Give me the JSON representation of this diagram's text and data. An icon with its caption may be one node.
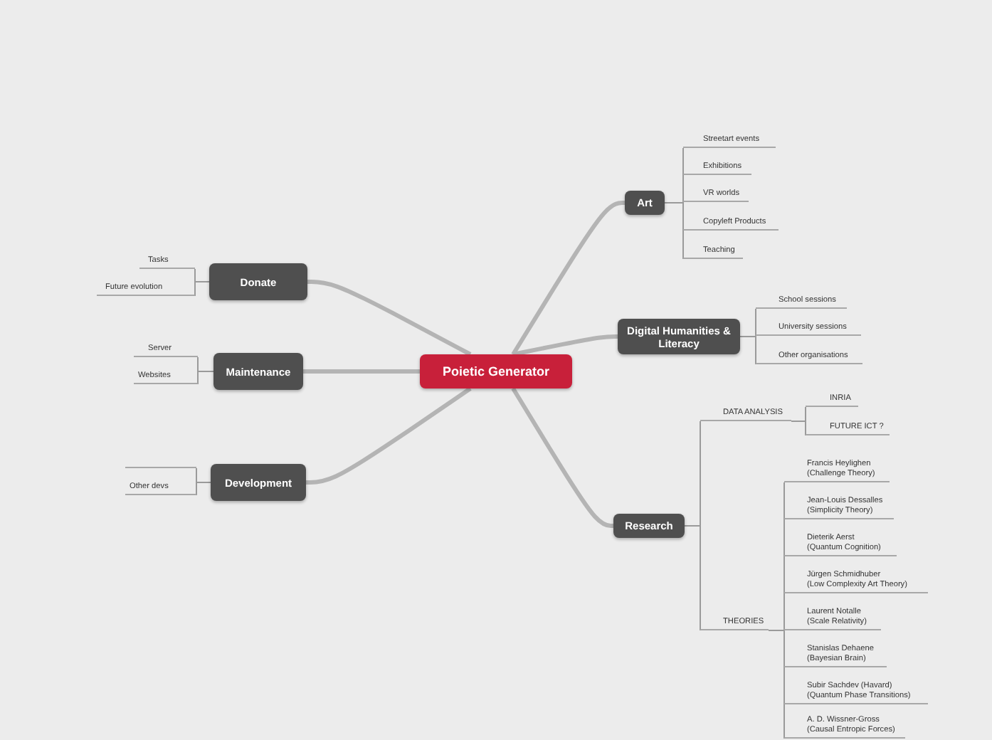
{
  "diagram": {
    "nodes": [
      {
        "text": [
          "Poietic Generator"
        ]
      },
      {
        "text": [
          "Art"
        ]
      },
      {
        "text": [
          "Streetart events"
        ]
      },
      {
        "text": [
          "Exhibitions"
        ]
      },
      {
        "text": [
          "VR worlds"
        ]
      },
      {
        "text": [
          "Copyleft Products"
        ]
      },
      {
        "text": [
          "Teaching"
        ]
      },
      {
        "text": [
          "Digital Humanities & Literacy"
        ]
      },
      {
        "text": [
          "School sessions"
        ]
      },
      {
        "text": [
          "University sessions"
        ]
      },
      {
        "text": [
          "Other organisations"
        ]
      },
      {
        "text": [
          "Research"
        ]
      },
      {
        "text": [
          "DATA ANALYSIS"
        ]
      },
      {
        "text": [
          "INRIA"
        ]
      },
      {
        "text": [
          "FUTURE ICT ?"
        ]
      },
      {
        "text": [
          "THEORIES"
        ]
      },
      {
        "text": [
          "Francis Heylighen (Challenge Theory)"
        ]
      },
      {
        "text": [
          "Jean-Louis Dessalles (Simplicity Theory)"
        ]
      },
      {
        "text": [
          "Dieterik Aerst (Quantum Cognition)"
        ]
      },
      {
        "text": [
          "Jürgen Schmidhuber (Low Complexity Art Theory)"
        ]
      },
      {
        "text": [
          "Laurent Notalle (Scale Relativity)"
        ]
      },
      {
        "text": [
          "Stanislas Dehaene (Bayesian Brain)"
        ]
      },
      {
        "text": [
          "Subir Sachdev (Havard) (Quantum Phase Transitions)"
        ]
      },
      {
        "text": [
          "A. D. Wissner-Gross (Causal Entropic Forces)"
        ]
      },
      {
        "text": [
          "Donate"
        ]
      },
      {
        "text": [
          "Tasks"
        ]
      },
      {
        "text": [
          "Future evolution"
        ]
      },
      {
        "text": [
          "Maintenance"
        ]
      },
      {
        "text": [
          "Server"
        ]
      },
      {
        "text": [
          "Websites"
        ]
      },
      {
        "text": [
          "Development"
        ]
      },
      {
        "text": [],
        "shape": "bar"
      },
      {
        "text": [
          "Other devs"
        ]
      }
    ],
    "edges": [
      {
        "from": 0,
        "to": 1,
        "arrow": "none",
        "style": "thick"
      },
      {
        "from": 1,
        "to": 2,
        "arrow": "none"
      },
      {
        "from": 1,
        "to": 3,
        "arrow": "none"
      },
      {
        "from": 1,
        "to": 4,
        "arrow": "none"
      },
      {
        "from": 1,
        "to": 5,
        "arrow": "none"
      },
      {
        "from": 1,
        "to": 6,
        "arrow": "none"
      },
      {
        "from": 0,
        "to": 7,
        "arrow": "none",
        "style": "thick"
      },
      {
        "from": 7,
        "to": 8,
        "arrow": "none"
      },
      {
        "from": 7,
        "to": 9,
        "arrow": "none"
      },
      {
        "from": 7,
        "to": 10,
        "arrow": "none"
      },
      {
        "from": 0,
        "to": 11,
        "arrow": "none",
        "style": "thick"
      },
      {
        "from": 11,
        "to": 12,
        "arrow": "none"
      },
      {
        "from": 12,
        "to": 13,
        "arrow": "none"
      },
      {
        "from": 12,
        "to": 14,
        "arrow": "none"
      },
      {
        "from": 11,
        "to": 15,
        "arrow": "none"
      },
      {
        "from": 15,
        "to": 16,
        "arrow": "none"
      },
      {
        "from": 15,
        "to": 17,
        "arrow": "none"
      },
      {
        "from": 15,
        "to": 18,
        "arrow": "none"
      },
      {
        "from": 15,
        "to": 19,
        "arrow": "none"
      },
      {
        "from": 15,
        "to": 20,
        "arrow": "none"
      },
      {
        "from": 15,
        "to": 21,
        "arrow": "none"
      },
      {
        "from": 15,
        "to": 22,
        "arrow": "none"
      },
      {
        "from": 15,
        "to": 23,
        "arrow": "none"
      },
      {
        "from": 0,
        "to": 24,
        "arrow": "none",
        "style": "thick"
      },
      {
        "from": 24,
        "to": 25,
        "arrow": "none"
      },
      {
        "from": 24,
        "to": 26,
        "arrow": "none"
      },
      {
        "from": 0,
        "to": 27,
        "arrow": "none",
        "style": "thick"
      },
      {
        "from": 27,
        "to": 28,
        "arrow": "none"
      },
      {
        "from": 27,
        "to": 29,
        "arrow": "none"
      },
      {
        "from": 0,
        "to": 30,
        "arrow": "none",
        "style": "thick"
      },
      {
        "from": 30,
        "to": 31,
        "arrow": "none"
      },
      {
        "from": 30,
        "to": 32,
        "arrow": "none"
      }
    ]
  }
}
